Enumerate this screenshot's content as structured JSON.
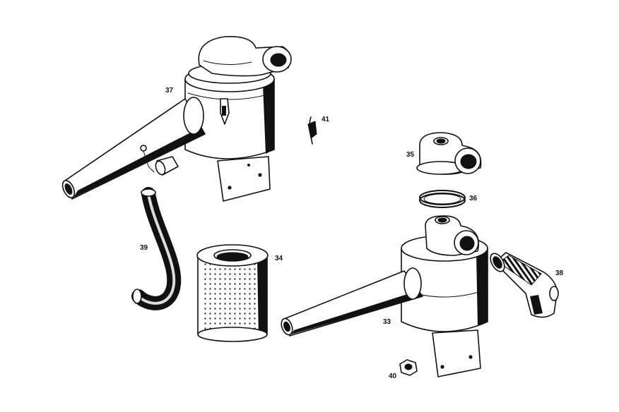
{
  "parts": {
    "p33": "33",
    "p34": "34",
    "p35": "35",
    "p36": "36",
    "p37": "37",
    "p38": "38",
    "p39": "39",
    "p40": "40",
    "p41": "41"
  },
  "colors": {
    "ink": "#111111",
    "paper": "#ffffff"
  }
}
